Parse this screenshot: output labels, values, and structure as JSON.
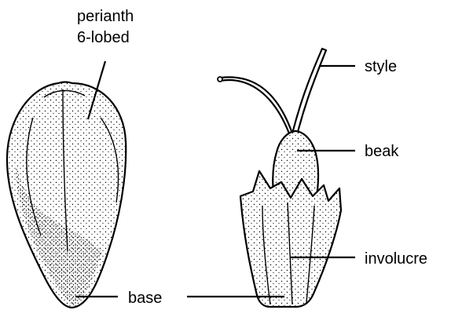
{
  "labels": {
    "perianth_line1": "perianth",
    "perianth_line2": "6-lobed",
    "base": "base",
    "style": "style",
    "beak": "beak",
    "involucre": "involucre"
  },
  "colors": {
    "ink": "#000000",
    "background": "#ffffff"
  }
}
